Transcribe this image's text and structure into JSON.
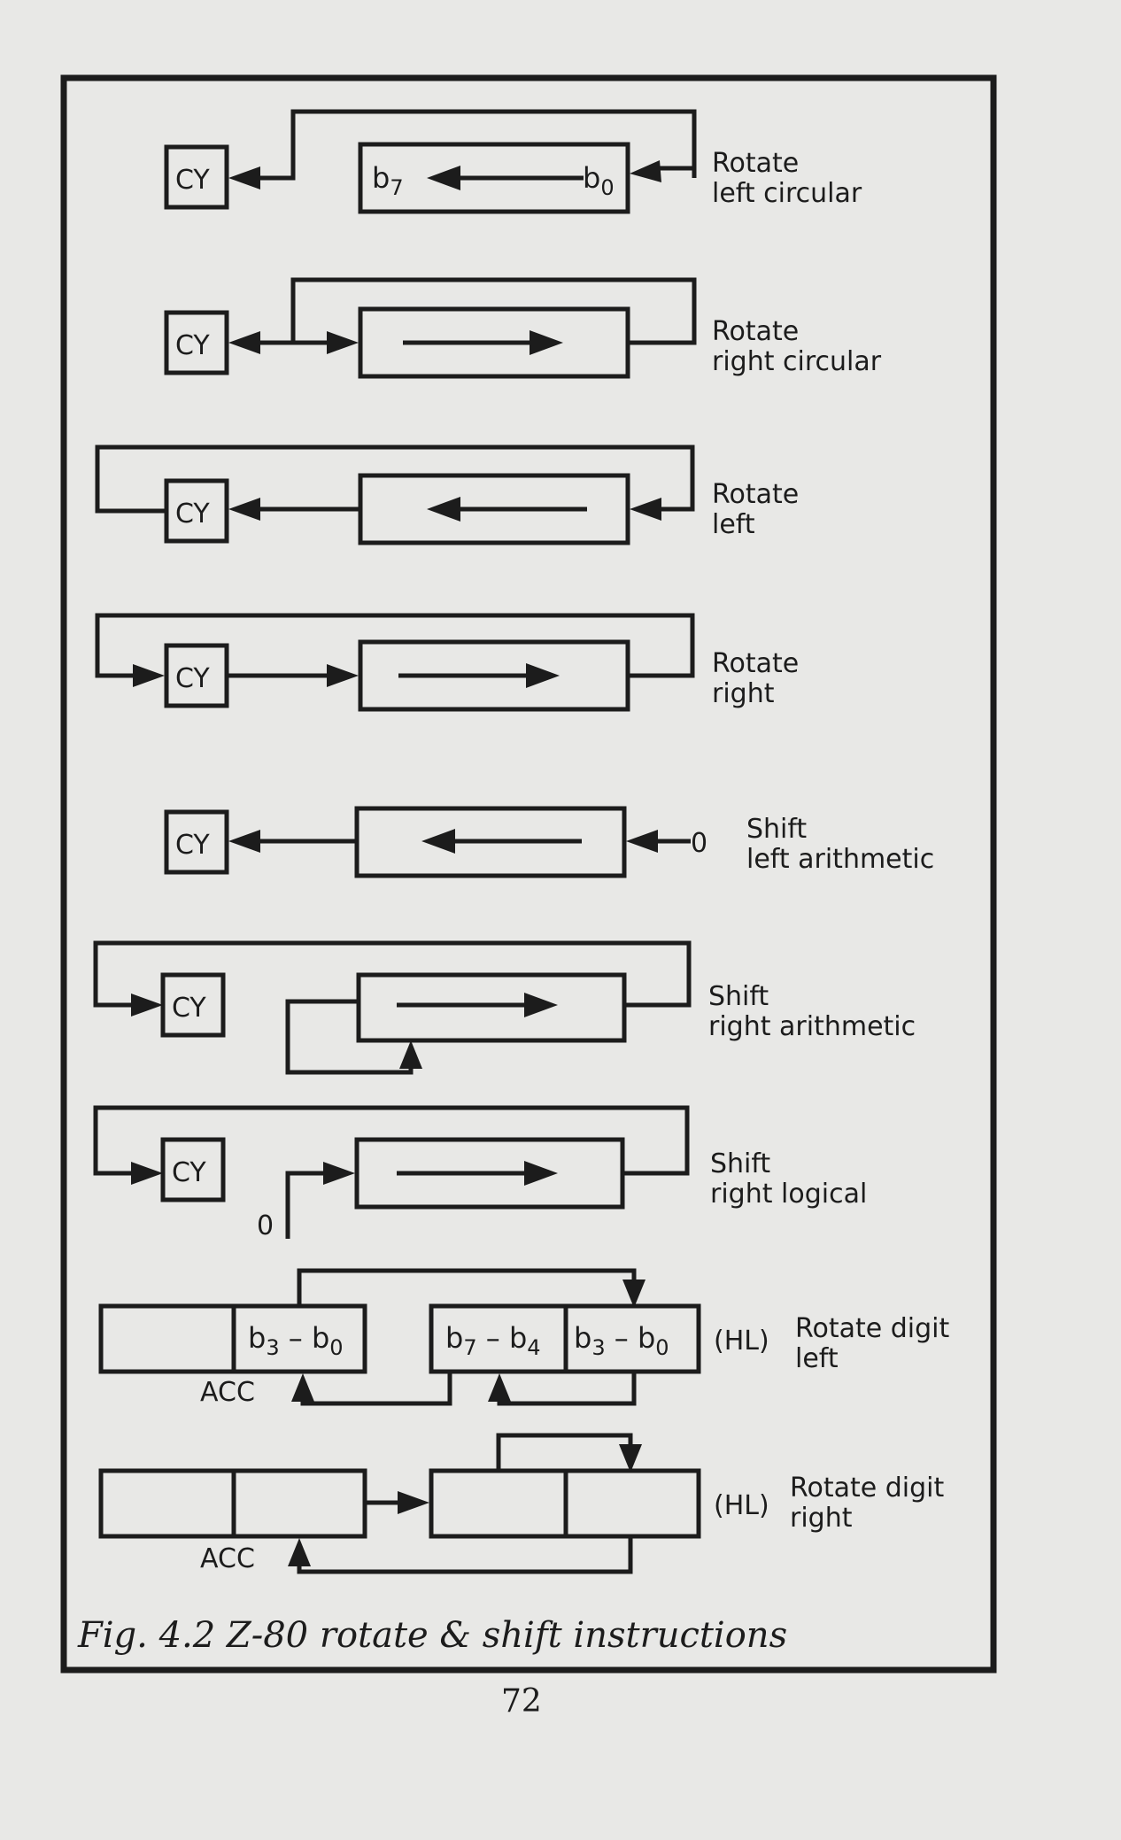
{
  "figure": {
    "caption": "Fig. 4.2 Z-80 rotate & shift instructions",
    "page_number": "72",
    "cy_label": "CY",
    "acc_label": "ACC",
    "hl_label": "(HL)",
    "zero_label": "0",
    "b7": "b",
    "b7_sub": "7",
    "b0": "b",
    "b0_sub": "0",
    "rld": {
      "acc_low": {
        "a": "b",
        "a_sub": "3",
        "dash": " – ",
        "b": "b",
        "b_sub": "0"
      },
      "hl_high": {
        "a": "b",
        "a_sub": "7",
        "dash": " – ",
        "b": "b",
        "b_sub": "4"
      },
      "hl_low": {
        "a": "b",
        "a_sub": "3",
        "dash": " – ",
        "b": "b",
        "b_sub": "0"
      }
    },
    "rows": [
      {
        "line1": "Rotate",
        "line2": "left circular"
      },
      {
        "line1": "Rotate",
        "line2": "right circular"
      },
      {
        "line1": "Rotate",
        "line2": "left"
      },
      {
        "line1": "Rotate",
        "line2": "right"
      },
      {
        "line1": "Shift",
        "line2": "left arithmetic"
      },
      {
        "line1": "Shift",
        "line2": "right arithmetic"
      },
      {
        "line1": "Shift",
        "line2": "right logical"
      },
      {
        "line1": "Rotate digit",
        "line2": "left"
      },
      {
        "line1": "Rotate digit",
        "line2": "right"
      }
    ]
  }
}
